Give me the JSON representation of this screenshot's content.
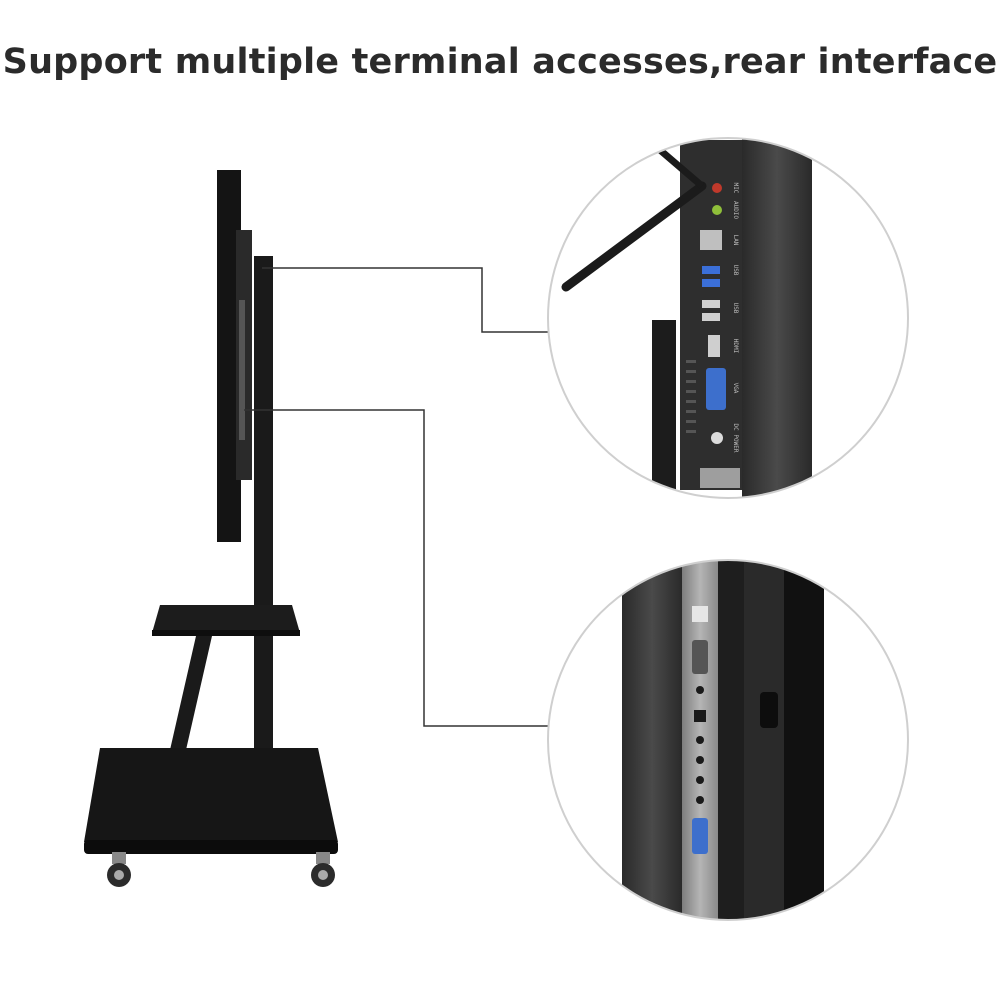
{
  "headline": "Support multiple terminal accesses,rear interface",
  "colors": {
    "background": "#ffffff",
    "text": "#2b2b2b",
    "stand": "#1a1a1a",
    "panel": "#3a3a3a",
    "port_metal": "#9a9a9a",
    "connector_line": "#333333",
    "circle_border": "#cfcfcf"
  },
  "callouts": [
    {
      "name": "upper-rear-interface",
      "port_labels": [
        "MIC",
        "AUDIO",
        "LAN",
        "USB",
        "USB",
        "HDMI",
        "VGA",
        "DC POWER"
      ]
    },
    {
      "name": "side-rear-interface"
    }
  ]
}
